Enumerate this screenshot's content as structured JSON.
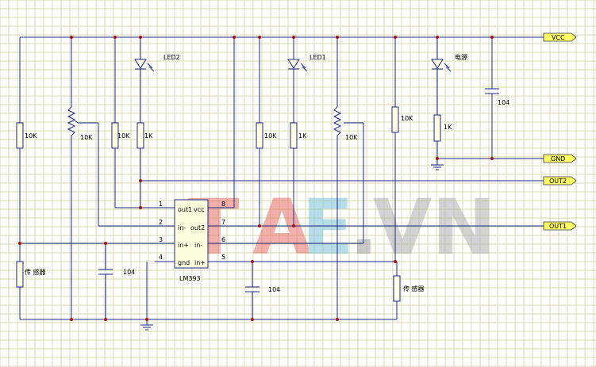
{
  "nets": {
    "vcc": "VCC",
    "gnd": "GND",
    "out2": "OUT2",
    "out1": "OUT1"
  },
  "ic": {
    "name": "LM393",
    "pins_left": [
      "1",
      "2",
      "3",
      "4"
    ],
    "pins_right": [
      "8",
      "7",
      "6",
      "5"
    ],
    "inner_left": [
      "out1",
      "in-",
      "in+",
      "gnd"
    ],
    "inner_right": [
      "vcc",
      "out2",
      "in-",
      "in+"
    ]
  },
  "leds": {
    "led2": "LED2",
    "led1": "LED1",
    "power": "电源"
  },
  "resistors": {
    "r_left": "10K",
    "pot_left": "10K",
    "r_led2_bias": "10K",
    "r_led2": "1K",
    "r_mid": "10K",
    "r_led1": "1K",
    "pot_right": "10K",
    "r_right": "10K",
    "r_power": "1K"
  },
  "capacitors": {
    "c_top": "104",
    "c_left": "104",
    "c_mid": "104"
  },
  "sensors": {
    "left": "传 感器",
    "right": "传 感器"
  },
  "watermark": {
    "t": "T",
    "a": "A",
    "e": "E",
    "dot": ".",
    "vn": "VN"
  }
}
